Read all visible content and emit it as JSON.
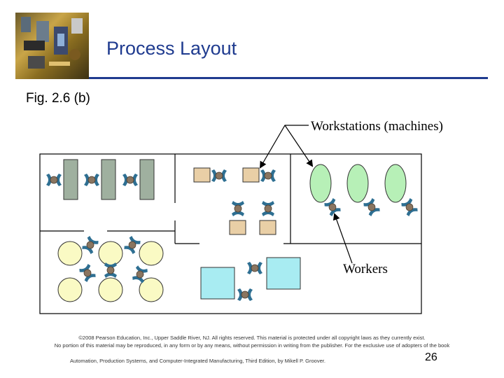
{
  "slide": {
    "title": "Process Layout",
    "figure_label": "Fig. 2.6 (b)",
    "page_number": "26"
  },
  "diagram": {
    "label_workstations": "Workstations (machines)",
    "label_workers": "Workers",
    "colors": {
      "gray_machine": "#9fb09f",
      "tan_machine": "#e9cfa6",
      "green_machine": "#b7f0b7",
      "yellow_machine": "#fafac4",
      "blue_machine": "#a8ecf2",
      "worker": "#2e6f92",
      "worker_head": "#8a7560"
    }
  },
  "footer": {
    "copyright_line1": "©2008 Pearson Education, Inc., Upper Saddle River, NJ. All rights reserved. This material is protected under all copyright laws as they currently exist.",
    "copyright_line2": "No portion of this material may be reproduced, in any form or by any means, without permission in writing from the publisher. For the exclusive use of adopters of the book",
    "book_reference": "Automation, Production Systems, and Computer-Integrated Manufacturing, Third Edition, by Mikell P. Groover."
  }
}
